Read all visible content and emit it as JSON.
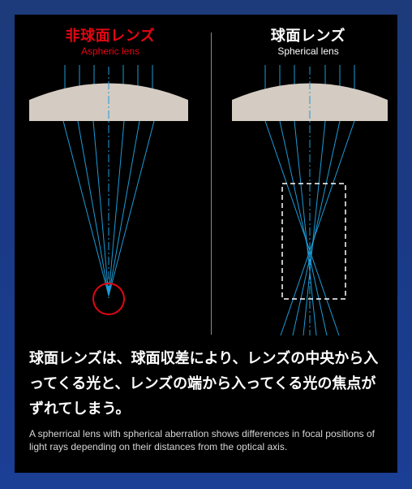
{
  "diagram": {
    "left": {
      "title_jp": "非球面レンズ",
      "title_en": "Aspheric lens"
    },
    "right": {
      "title_jp": "球面レンズ",
      "title_en": "Spherical lens"
    }
  },
  "caption": {
    "jp": "球面レンズは、球面収差により、レンズの中央から入ってくる光と、レンズの端から入ってくる光の焦点がずれてしまう。",
    "en": "A spherrical lens with spherical aberration shows differences in focal positions of light rays depending on their distances from the optical axis."
  },
  "colors": {
    "accent_red": "#e30613",
    "ray_blue": "#1d9bd8",
    "lens": "#d4cbc2",
    "panel_bg": "#000000",
    "outer_bg": "#1b3a86"
  }
}
